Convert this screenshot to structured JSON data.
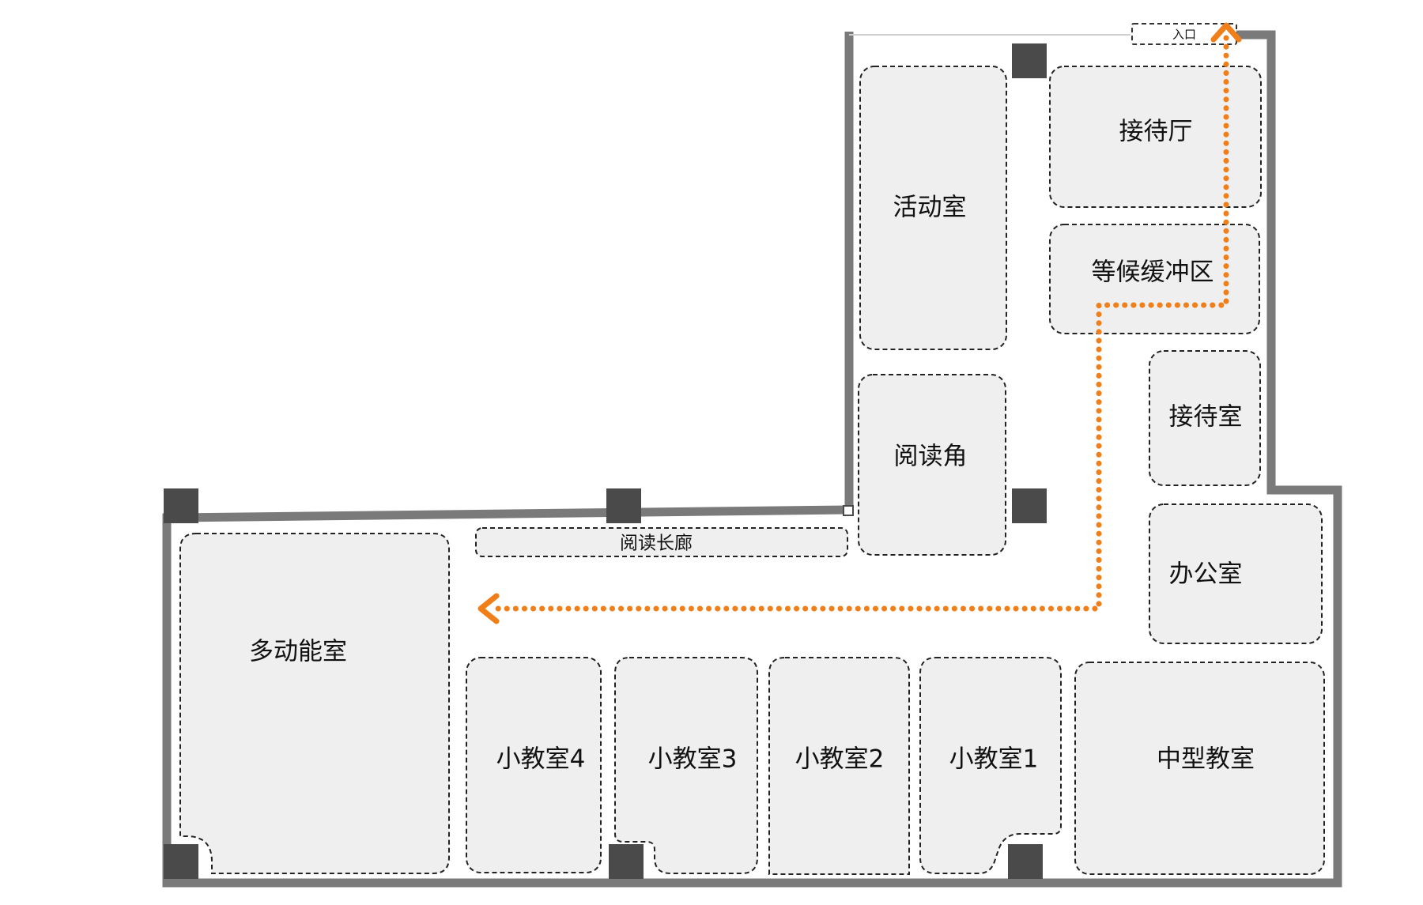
{
  "colors": {
    "wall": "#7a7a7a",
    "pillar": "#4a4a4a",
    "room_fill": "#efefef",
    "room_stroke": "#222222",
    "route": "#f07f1a",
    "text": "#111111"
  },
  "labels": {
    "entrance": "入口",
    "reception_hall": "接待厅",
    "activity_room": "活动室",
    "waiting_buffer": "等候缓冲区",
    "reading_corner": "阅读角",
    "reception_room": "接待室",
    "reading_corridor": "阅读长廊",
    "office": "办公室",
    "multi_function_room": "多动能室",
    "small_classroom_4": "小教室4",
    "small_classroom_3": "小教室3",
    "small_classroom_2": "小教室2",
    "small_classroom_1": "小教室1",
    "medium_classroom": "中型教室"
  }
}
